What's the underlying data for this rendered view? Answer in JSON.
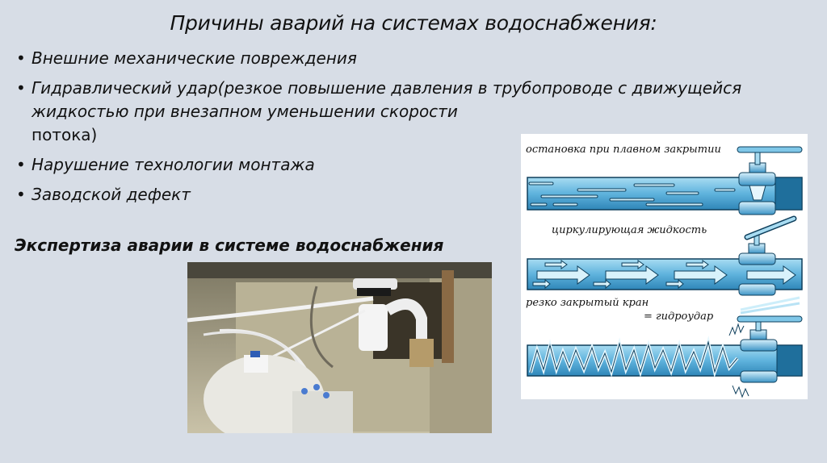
{
  "slide": {
    "title": "Причины аварий на системах водоснабжения:",
    "bullets": [
      {
        "text": "Внешние механические повреждения"
      },
      {
        "text": "Гидравлический удар(резкое повышение давления в трубопроводе с движущейся жидкостью при внезапном уменьшении скорости",
        "tail": "потока)"
      },
      {
        "text": "Нарушение технологии монтажа"
      },
      {
        "text": "Заводской дефект"
      }
    ],
    "bullet_glyph": "•",
    "subheading": "Экспертиза аварии в системе водоснабжения",
    "background_color": "#d7dde6"
  },
  "photo": {
    "description": "Photo under a sink: water filter tank, white tubes, siphon drain pipe"
  },
  "diagram": {
    "labels": {
      "smooth_close": "остановка при плавном закрытии",
      "circulating": "циркулирующая жидкость",
      "sharp_close": "резко закрытый кран",
      "water_hammer": "= гидроудар"
    },
    "pipe_color": "#5fb3dd",
    "pipe_dark": "#1f6f9c"
  }
}
